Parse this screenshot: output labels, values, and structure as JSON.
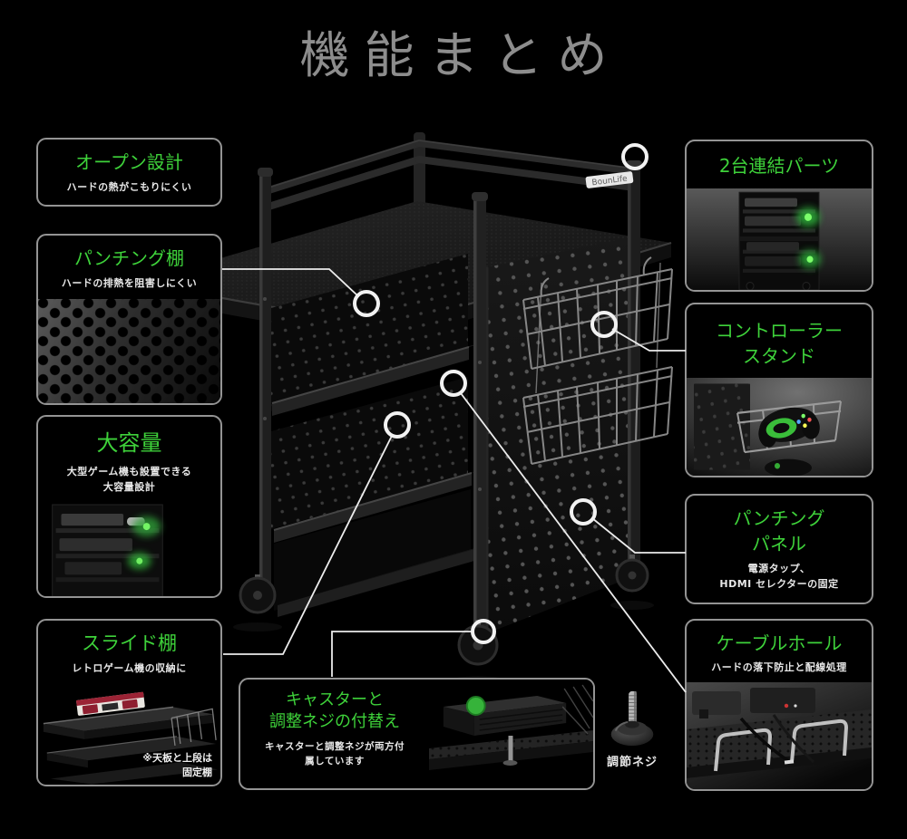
{
  "page": {
    "title": "機能まとめ"
  },
  "colors": {
    "accent_green": "#3ed23a",
    "line_white": "#ececec",
    "border_gray": "#949494",
    "background": "#000000"
  },
  "cart": {
    "brand_label": "BounLife"
  },
  "callouts": {
    "open_design": {
      "title": "オープン設計",
      "desc": "ハードの熱がこもりにくい"
    },
    "punching_shelf": {
      "title": "パンチング棚",
      "desc": "ハードの排熱を阻害しにくい"
    },
    "large_capacity": {
      "title": "大容量",
      "desc_line1": "大型ゲーム機も設置できる",
      "desc_line2": "大容量設計"
    },
    "slide_shelf": {
      "title": "スライド棚",
      "desc": "レトロゲーム機の収納に",
      "note_line1": "※天板と上段は",
      "note_line2": "固定棚"
    },
    "link_parts": {
      "title": "2台連結パーツ"
    },
    "controller_stand": {
      "title_line1": "コントローラー",
      "title_line2": "スタンド"
    },
    "punching_panel": {
      "title_line1": "パンチング",
      "title_line2": "パネル",
      "desc_line1": "電源タップ、",
      "desc_line2": "HDMI セレクターの固定"
    },
    "cable_hole": {
      "title": "ケーブルホール",
      "desc": "ハードの落下防止と配線処理"
    },
    "caster_swap": {
      "title_line1": "キャスターと",
      "title_line2": "調整ネジの付替え",
      "desc_line1": "キャスターと調整ネジが両方付",
      "desc_line2": "属しています"
    },
    "adjust_screw": {
      "label": "調節ネジ"
    }
  }
}
